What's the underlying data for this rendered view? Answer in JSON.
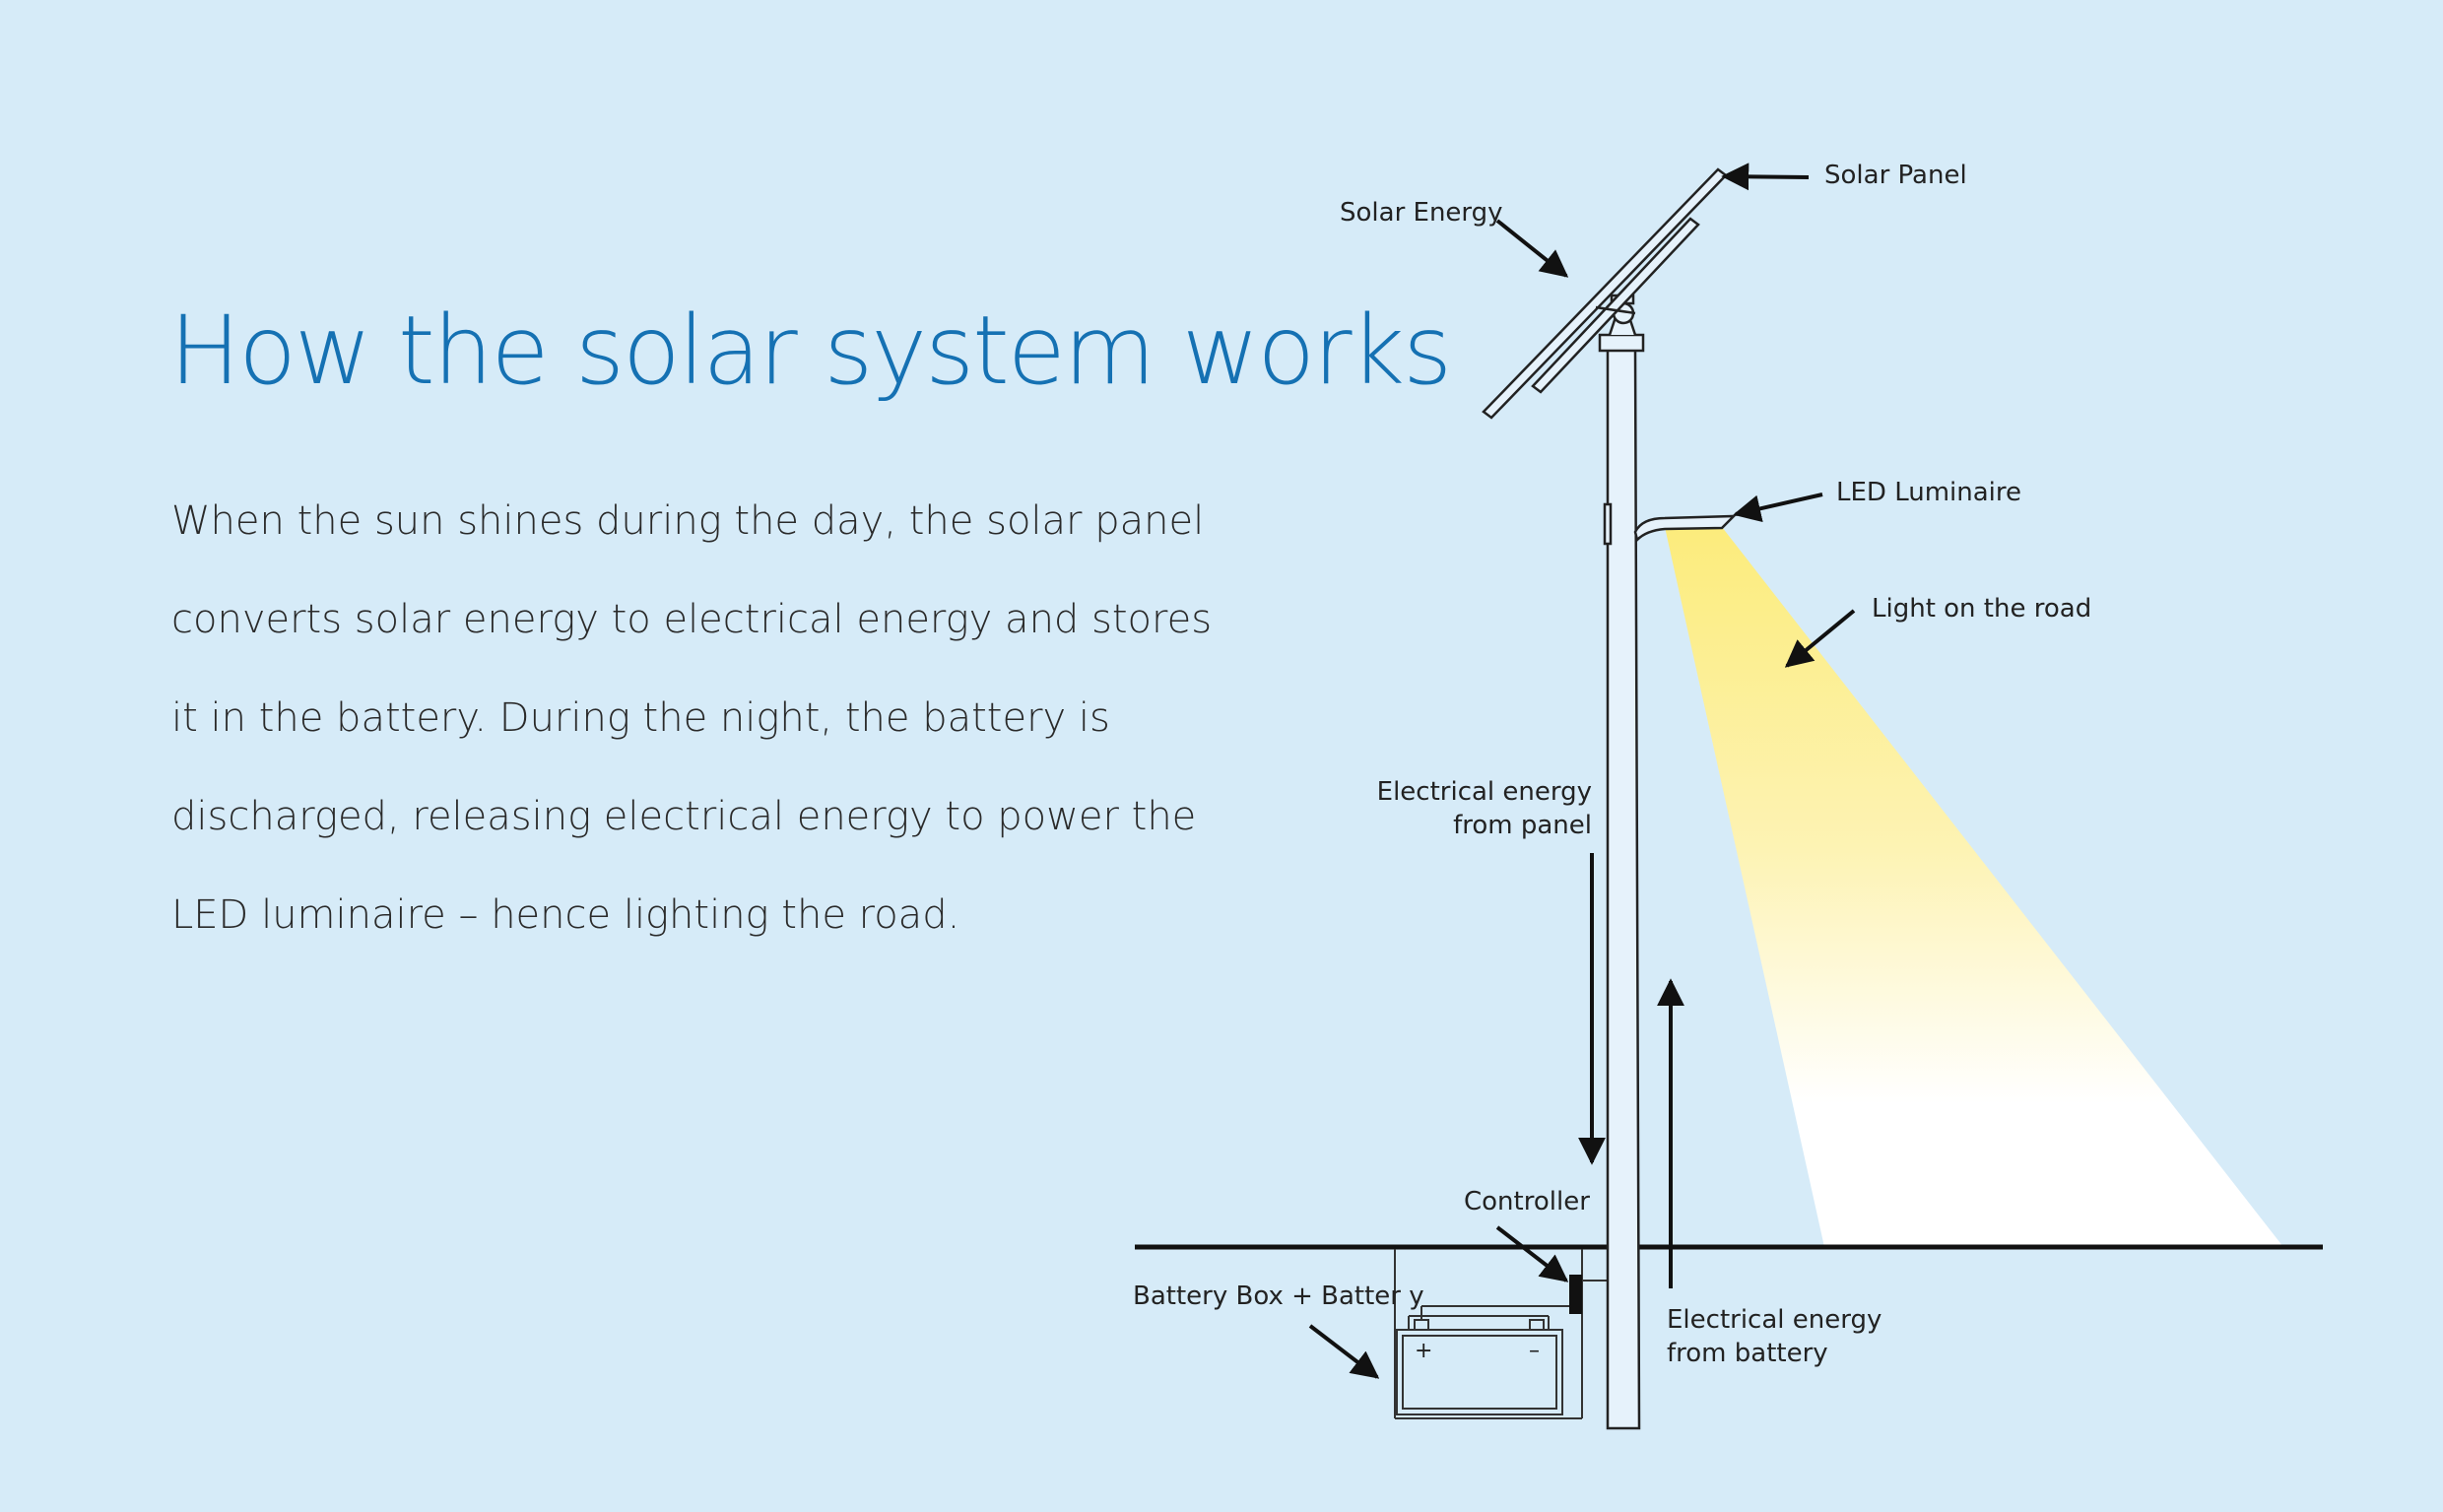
{
  "title": "How the solar system works",
  "body_lines": [
    "When the sun shines during the day, the solar panel",
    "converts solar energy to electrical energy and stores",
    "it in the battery. During the night, the battery is",
    "discharged, releasing electrical energy to power the",
    "LED luminaire – hence lighting the road."
  ],
  "labels": {
    "solar_panel": "Solar Panel",
    "solar_energy": "Solar Energy",
    "led_luminaire": "LED Luminaire",
    "light_on_road": "Light on the road",
    "energy_from_panel_1": "Electrical energy",
    "energy_from_panel_2": "from panel",
    "controller": "Controller",
    "battery_box": "Battery Box + Batter y",
    "energy_from_battery_1": "Electrical energy",
    "energy_from_battery_2": "from battery",
    "battery_plus": "+",
    "battery_minus": "–"
  },
  "colors": {
    "background": "#d6ebf8",
    "title": "#1571b3",
    "text": "#2a2a2a",
    "light_beam_top": "#fcec7c",
    "light_beam_bottom": "#ffffff"
  }
}
